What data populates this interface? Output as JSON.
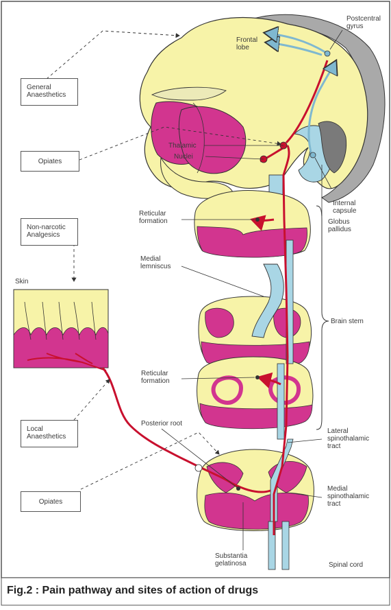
{
  "caption": "Fig.2 : Pain pathway and sites of action of drugs",
  "boxes": {
    "general_anaesthetics": "General\nAnaesthetics",
    "opiates_top": "Opiates",
    "non_narcotic": "Non-narcotic\nAnalgesics",
    "local_anaesthetics": "Local\nAnaesthetics",
    "opiates_bottom": "Opiates"
  },
  "labels": {
    "postcentral_gyrus": "Postcentral\ngyrus",
    "frontal_lobe": "Frontal\nlobe",
    "thalamic": "Thalamic",
    "nuclei": "Nuclei",
    "internal_capsule": "Internal\ncapsule",
    "globus_pallidus": "Globus\npallidus",
    "reticular_formation_top": "Reticular\nformation",
    "medial_lemniscus": "Medial\nlemniscus",
    "brain_stem": "Brain stem",
    "skin": "Skin",
    "reticular_formation_bottom": "Reticular\nformation",
    "posterior_root": "Posterior root",
    "lateral_spinothalamic": "Lateral\nspinothalamic\ntract",
    "medial_spinothalamic": "Medial\nspinothalamic\ntract",
    "substantia_gelatinosa": "Substantia\ngelatinosa",
    "spinal_cord": "Spinal cord"
  },
  "colors": {
    "tissue_yellow": "#f7f3a8",
    "grey_matter_magenta": "#d2358f",
    "pathway_red": "#c8102e",
    "tract_blue": "#a9d6e5",
    "cortex_grey": "#a9a9a9",
    "outline": "#333333"
  }
}
